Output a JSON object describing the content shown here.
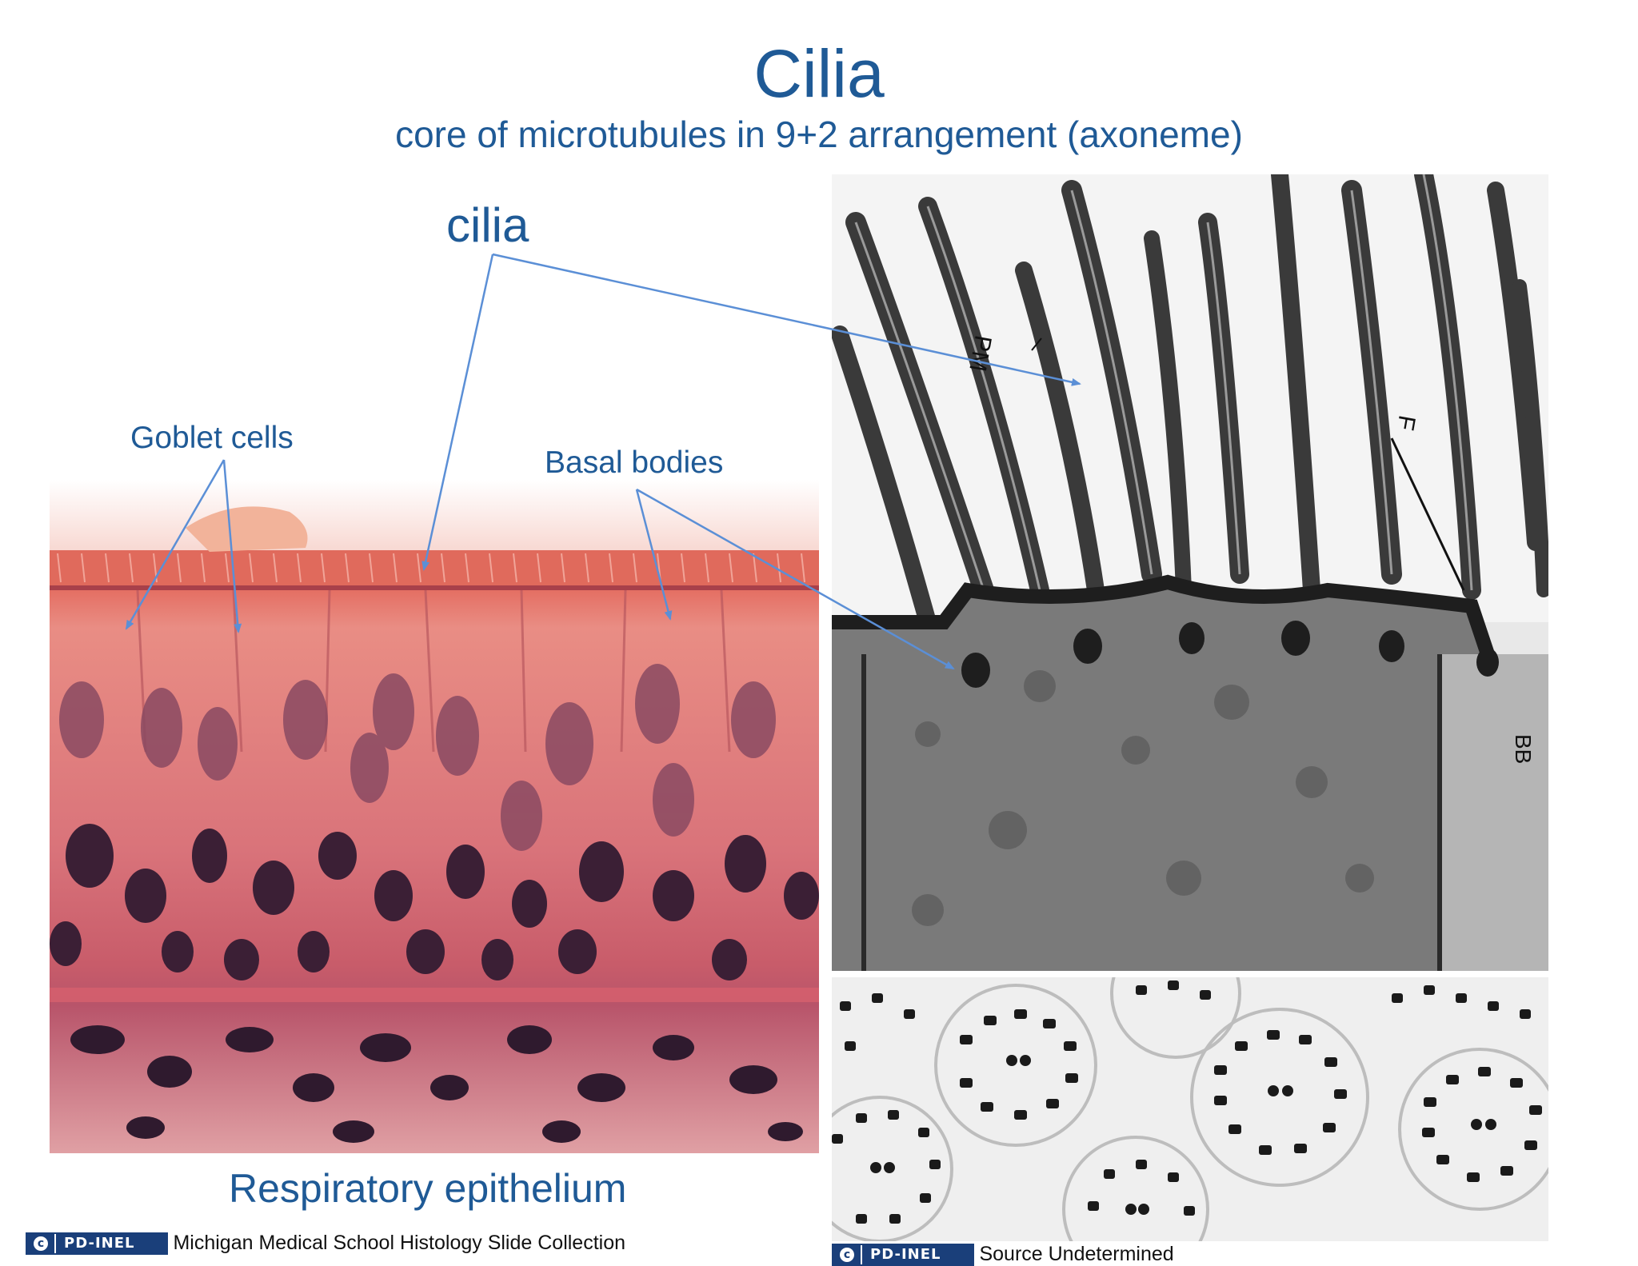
{
  "slide": {
    "title": "Cilia",
    "subtitle": "core of microtubules in 9+2 arrangement (axoneme)",
    "label_cilia": "cilia",
    "label_goblet": "Goblet cells",
    "label_basal": "Basal bodies",
    "label_caption": "Respiratory epithelium"
  },
  "tem_labels": {
    "pm": "PM",
    "f": "F",
    "bb": "BB"
  },
  "credits": {
    "left": {
      "badge": "PD-INEL",
      "text": "Michigan Medical School Histology Slide Collection"
    },
    "right": {
      "badge": "PD-INEL",
      "text": "Source Undetermined"
    }
  },
  "colors": {
    "heading": "#1f5a96",
    "arrow": "#5b8fd6",
    "stain_pink": "#e8857f",
    "nucleus": "#3b1f35",
    "badge": "#1a3f7a"
  },
  "icons": {
    "badge_icon": "creative-commons-icon"
  }
}
